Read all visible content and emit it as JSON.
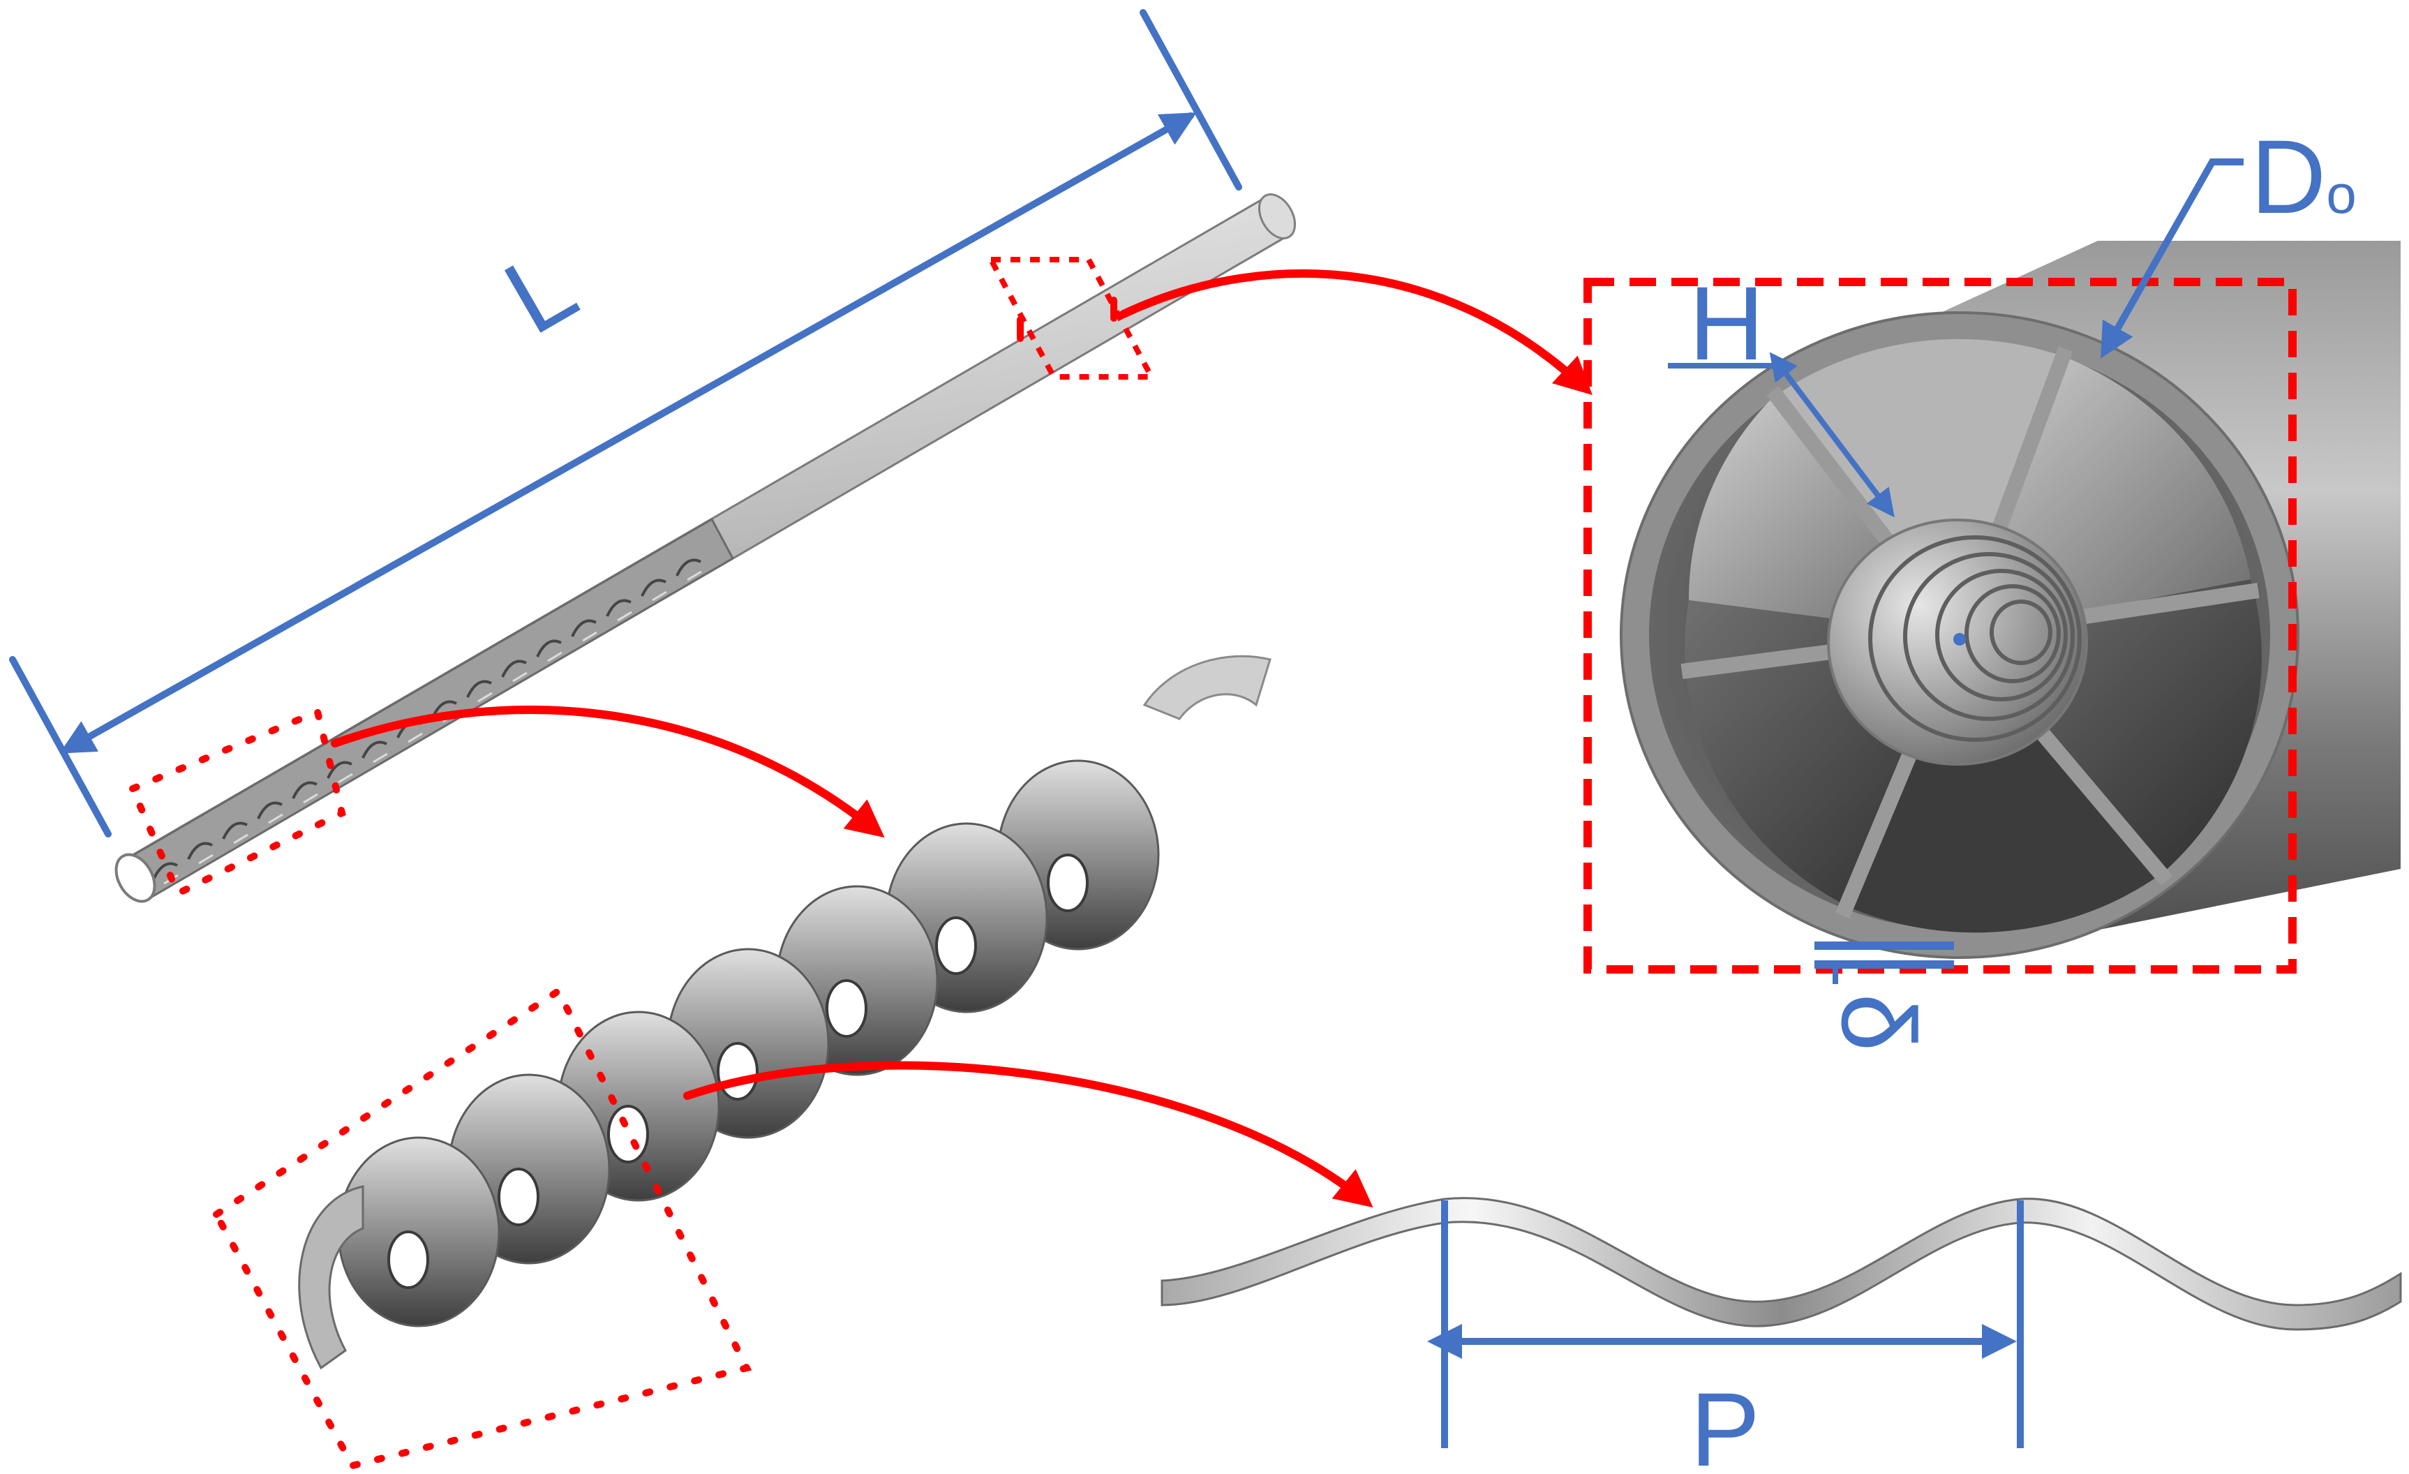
{
  "labels": {
    "length": "L",
    "outer_diameter_main": "D",
    "outer_diameter_sub": "o",
    "insert_height": "H",
    "thickness": "δ",
    "pitch": "P"
  },
  "colors": {
    "dimension_blue": "#4472C4",
    "highlight_red": "#FF0000",
    "tube_light": "#E8E8E8",
    "tube_dark": "#5A5A5A",
    "background": "#FFFFFF"
  },
  "panels": {
    "overview": "tube-with-helical-insert",
    "cross_section": "tube-cross-section-detail",
    "helix": "helical-coil-detail",
    "profile": "helical-strip-profile"
  }
}
